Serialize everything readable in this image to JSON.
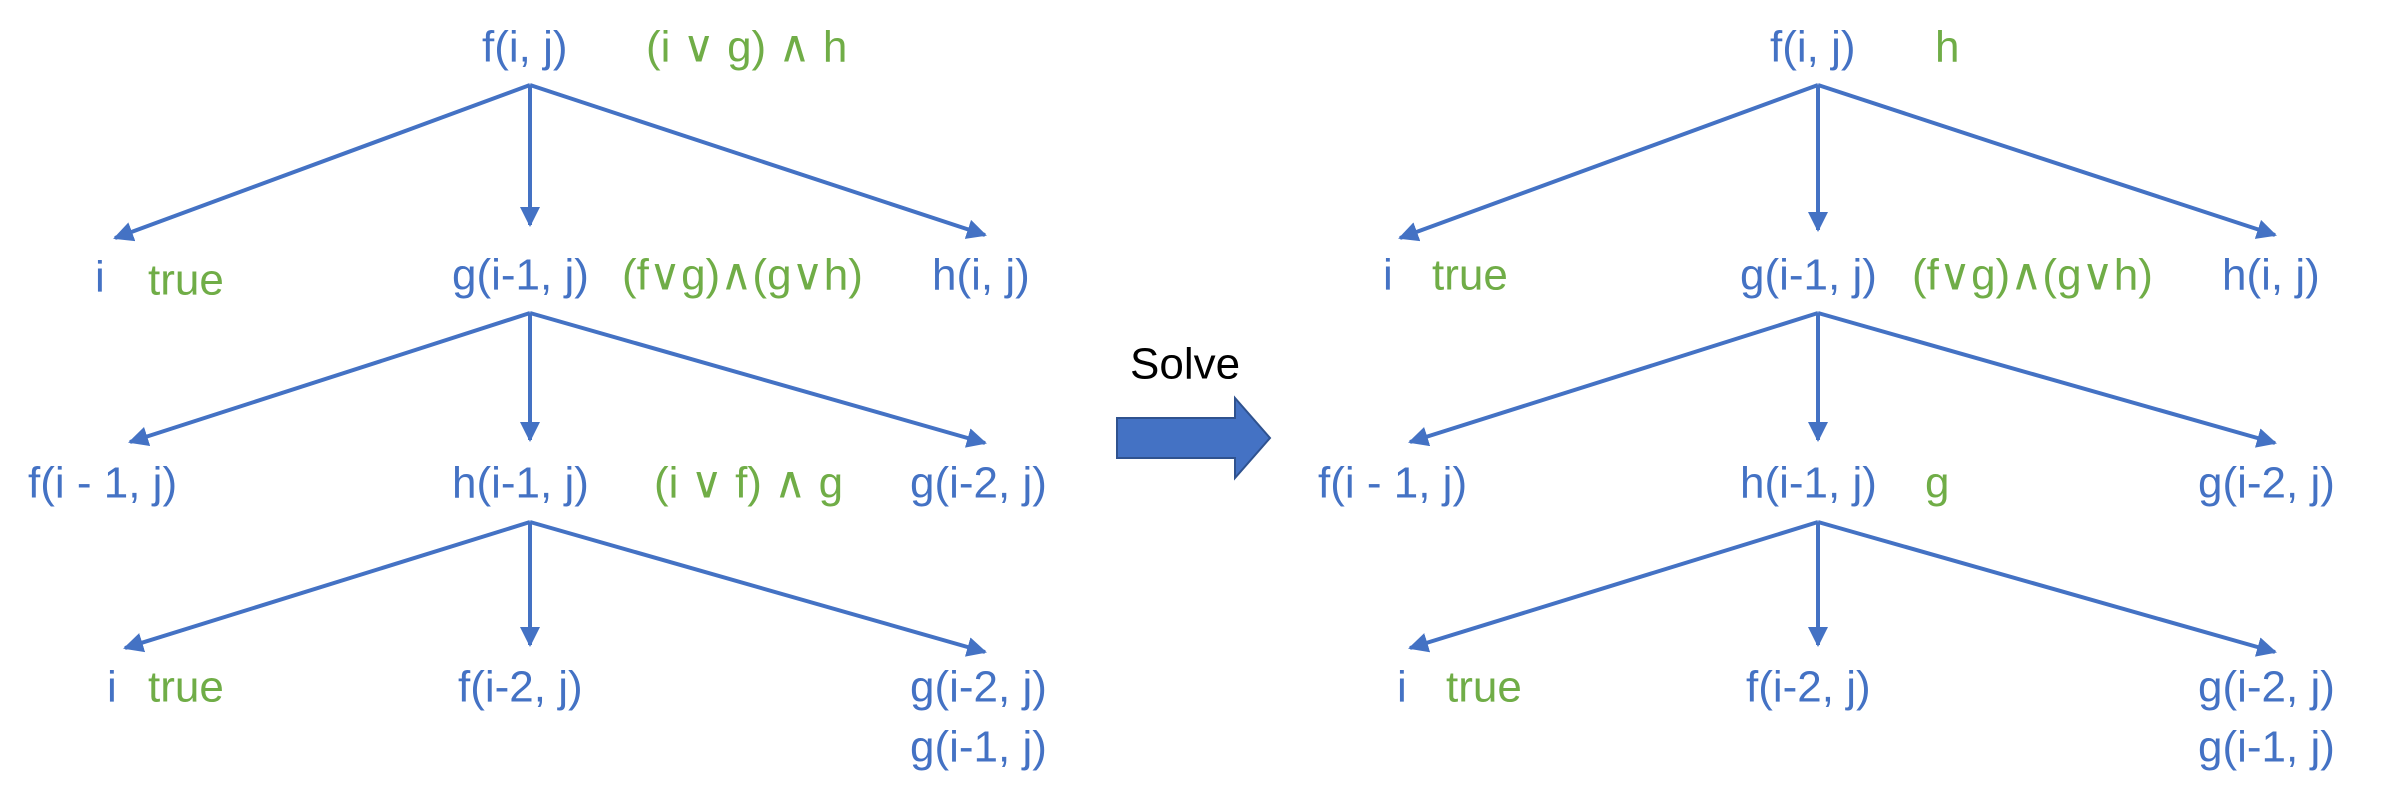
{
  "colors": {
    "node": "#4472c4",
    "condition": "#70ad47",
    "arrow_fill": "#4472c4",
    "arrow_stroke": "#2f528f",
    "text": "#000000"
  },
  "solve_label": "Solve",
  "left_tree": {
    "root": {
      "node": "f(i, j)",
      "cond": "(i ∨ g) ∧ h"
    },
    "level1": {
      "left": {
        "node": "i",
        "cond": "true"
      },
      "mid": {
        "node": "g(i-1, j)",
        "cond": "(f∨g)∧(g∨h)"
      },
      "right": {
        "node": "h(i, j)"
      }
    },
    "level2": {
      "left": {
        "node": "f(i - 1, j)"
      },
      "mid": {
        "node": "h(i-1, j)",
        "cond": "(i ∨ f) ∧ g"
      },
      "right": {
        "node": "g(i-2, j)"
      }
    },
    "level3": {
      "left": {
        "node": "i",
        "cond": "true"
      },
      "mid": {
        "node": "f(i-2, j)"
      },
      "right": {
        "line1": "g(i-2, j)",
        "line2": "g(i-1, j)"
      }
    }
  },
  "right_tree": {
    "root": {
      "node": "f(i, j)",
      "cond": "h"
    },
    "level1": {
      "left": {
        "node": "i",
        "cond": "true"
      },
      "mid": {
        "node": "g(i-1, j)",
        "cond": "(f∨g)∧(g∨h)"
      },
      "right": {
        "node": "h(i, j)"
      }
    },
    "level2": {
      "left": {
        "node": "f(i - 1, j)"
      },
      "mid": {
        "node": "h(i-1, j)",
        "cond": "g"
      },
      "right": {
        "node": "g(i-2, j)"
      }
    },
    "level3": {
      "left": {
        "node": "i",
        "cond": "true"
      },
      "mid": {
        "node": "f(i-2, j)"
      },
      "right": {
        "line1": "g(i-2, j)",
        "line2": "g(i-1, j)"
      }
    }
  }
}
